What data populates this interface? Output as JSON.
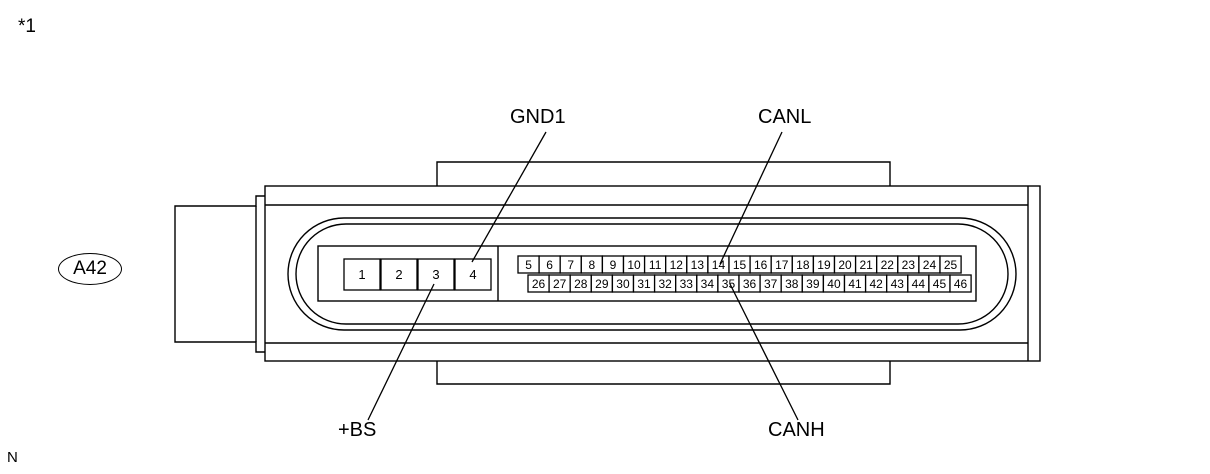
{
  "note": "*1",
  "corner_mark": "N",
  "connector": {
    "id": "A42",
    "large_pins": [
      "1",
      "2",
      "3",
      "4"
    ],
    "small_pins_row1": [
      "5",
      "6",
      "7",
      "8",
      "9",
      "10",
      "11",
      "12",
      "13",
      "14",
      "15",
      "16",
      "17",
      "18",
      "19",
      "20",
      "21",
      "22",
      "23",
      "24",
      "25"
    ],
    "small_pins_row2": [
      "26",
      "27",
      "28",
      "29",
      "30",
      "31",
      "32",
      "33",
      "34",
      "35",
      "36",
      "37",
      "38",
      "39",
      "40",
      "41",
      "42",
      "43",
      "44",
      "45",
      "46"
    ]
  },
  "pin_labels": {
    "gnd1": "GND1",
    "canl": "CANL",
    "bs": "+BS",
    "canh": "CANH"
  }
}
